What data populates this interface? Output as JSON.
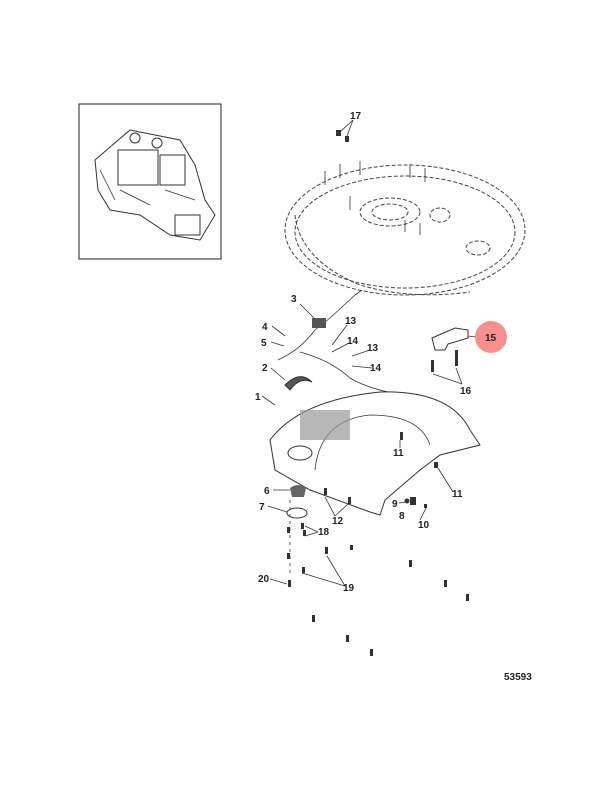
{
  "diagram": {
    "figure_number": "53593",
    "highlight_color": "#f77b7b",
    "callouts": [
      {
        "id": "17",
        "label": "17"
      },
      {
        "id": "3",
        "label": "3"
      },
      {
        "id": "4",
        "label": "4"
      },
      {
        "id": "5",
        "label": "5"
      },
      {
        "id": "13a",
        "label": "13"
      },
      {
        "id": "14a",
        "label": "14"
      },
      {
        "id": "13b",
        "label": "13"
      },
      {
        "id": "14b",
        "label": "14"
      },
      {
        "id": "2",
        "label": "2"
      },
      {
        "id": "1",
        "label": "1"
      },
      {
        "id": "15",
        "label": "15",
        "highlighted": true
      },
      {
        "id": "16",
        "label": "16"
      },
      {
        "id": "11a",
        "label": "11"
      },
      {
        "id": "11b",
        "label": "11"
      },
      {
        "id": "6",
        "label": "6"
      },
      {
        "id": "7",
        "label": "7"
      },
      {
        "id": "18",
        "label": "18"
      },
      {
        "id": "12",
        "label": "12"
      },
      {
        "id": "9",
        "label": "9"
      },
      {
        "id": "8",
        "label": "8"
      },
      {
        "id": "10",
        "label": "10"
      },
      {
        "id": "20",
        "label": "20"
      },
      {
        "id": "19",
        "label": "19"
      }
    ]
  }
}
